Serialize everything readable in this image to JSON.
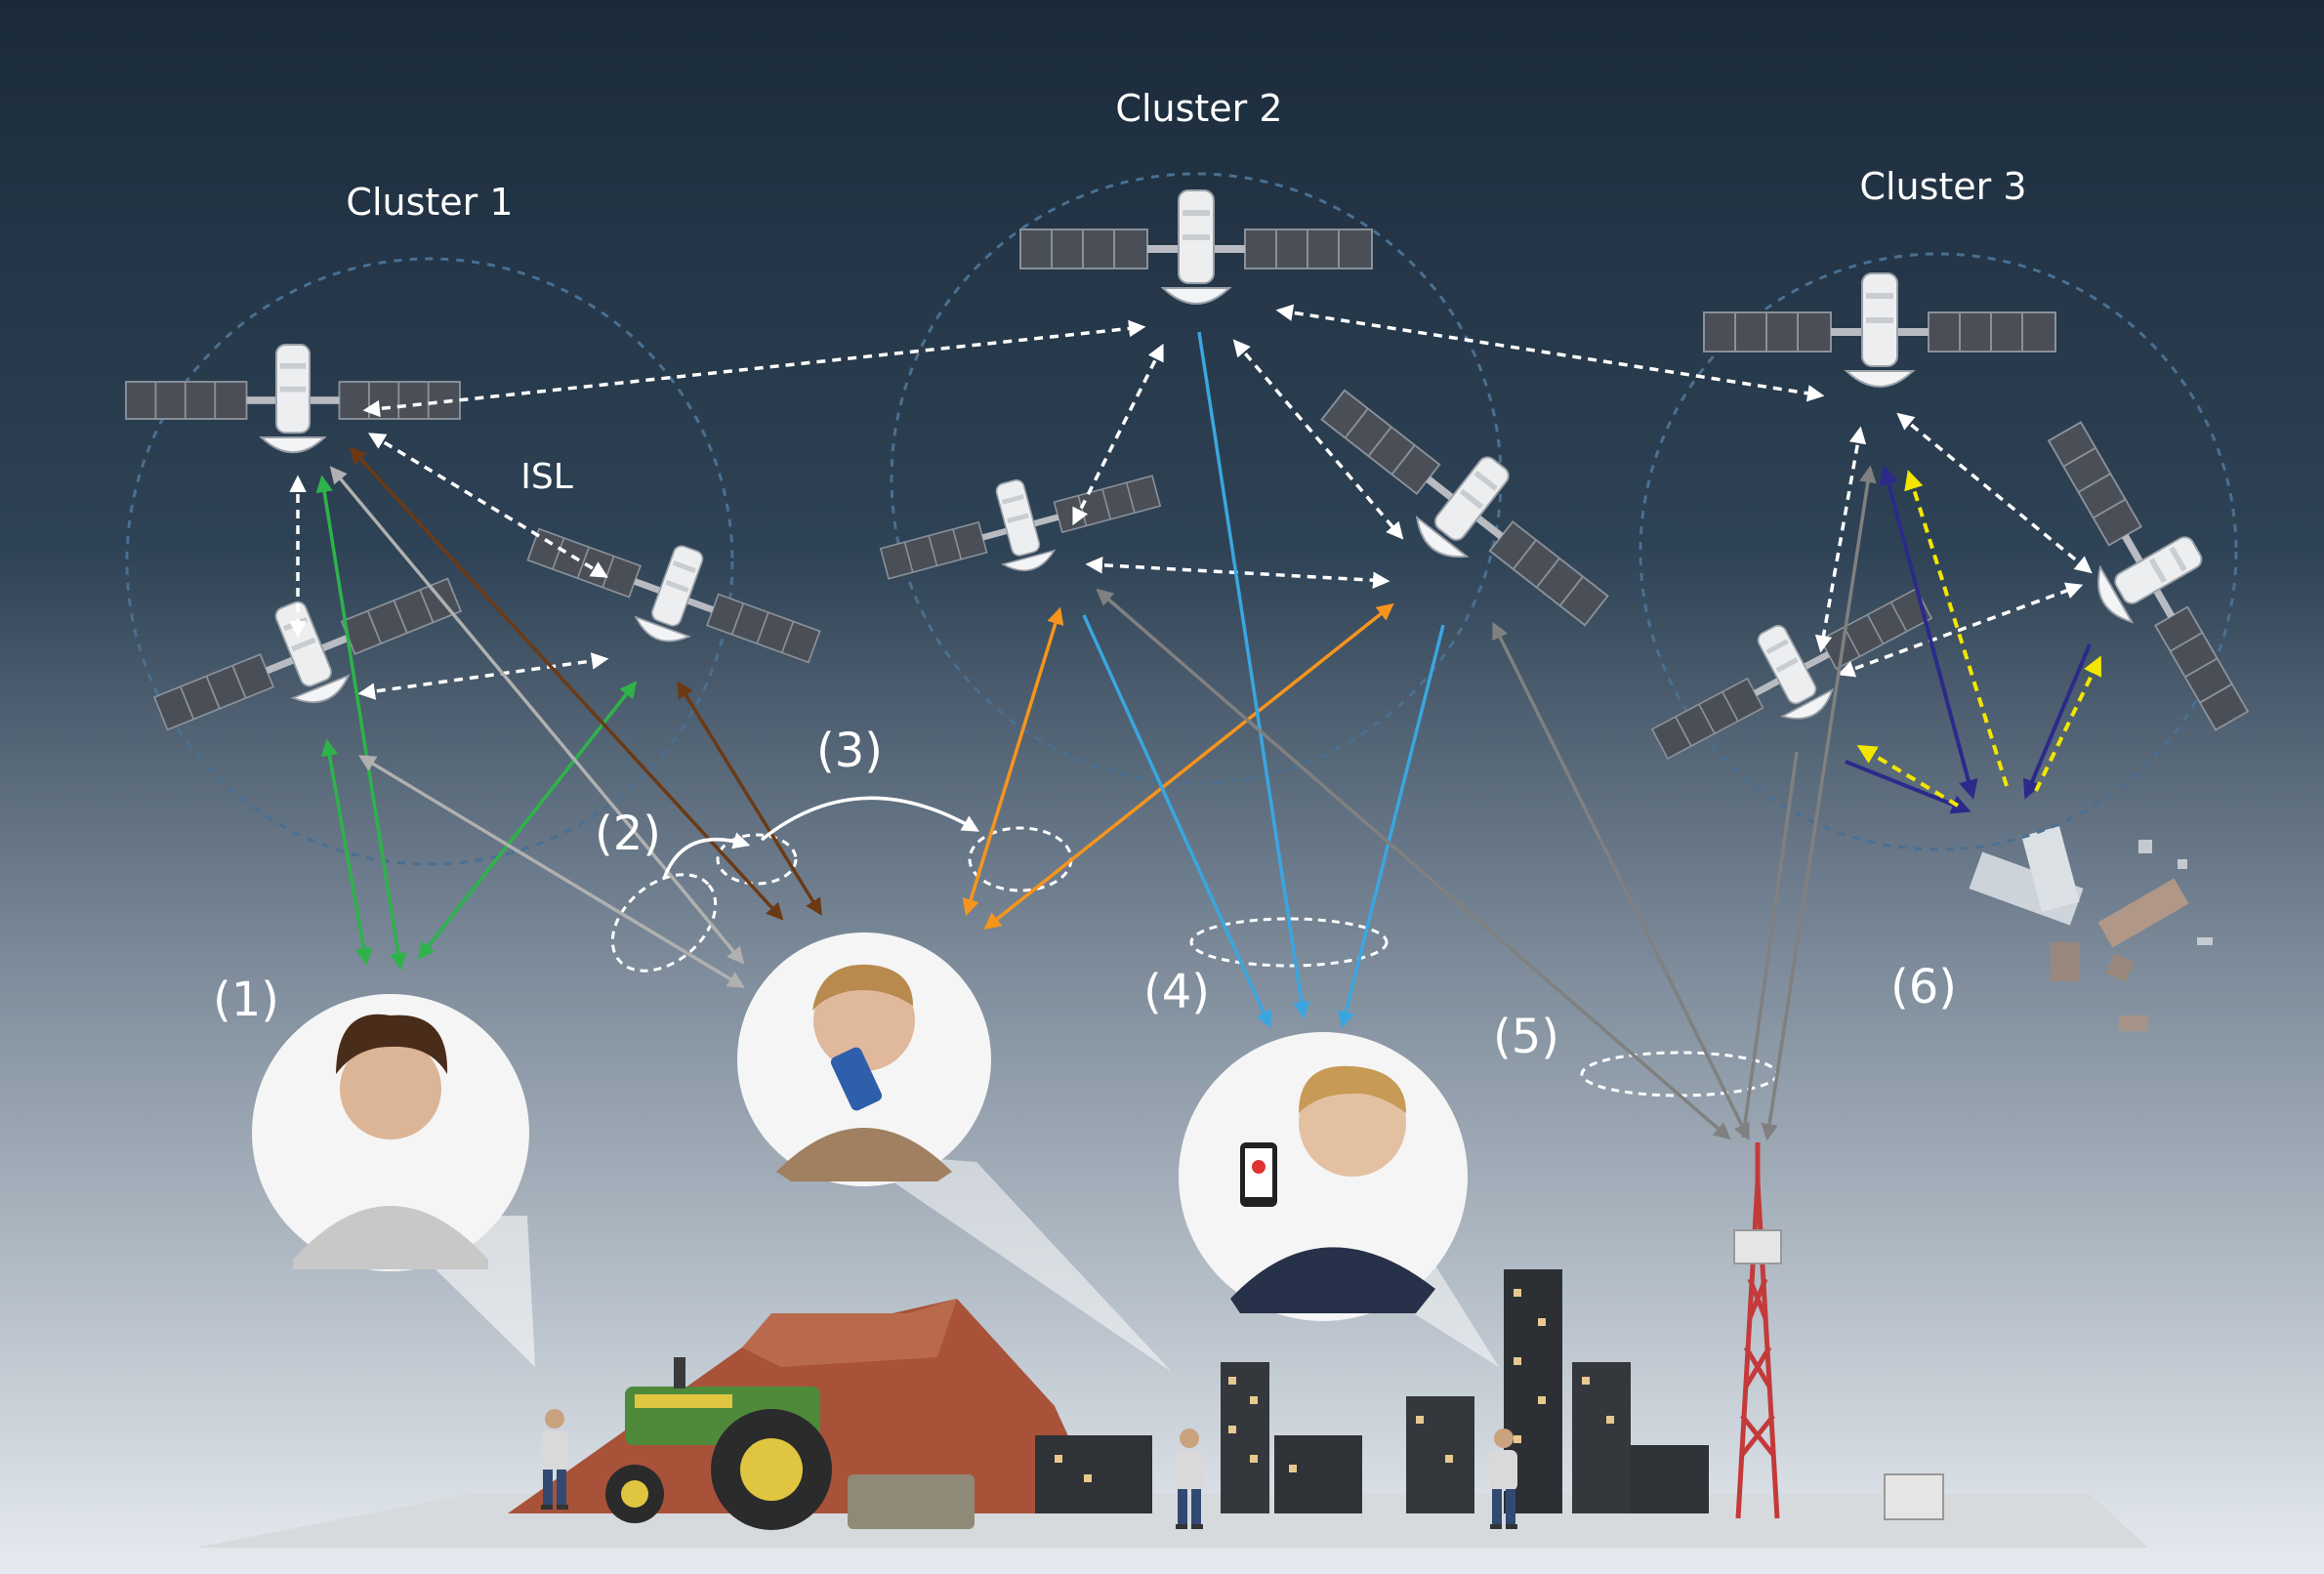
{
  "clusters": [
    {
      "label": "Cluster 1"
    },
    {
      "label": "Cluster 2"
    },
    {
      "label": "Cluster 3"
    }
  ],
  "isl_label": "ISL",
  "scenarios": [
    "(1)",
    "(2)",
    "(3)",
    "(4)",
    "(5)",
    "(6)"
  ],
  "colors": {
    "sky_top": "#1a2a3a",
    "sky_bottom": "#e6ebf0",
    "isl_link": "#ffffff",
    "user_link_1": "#2db34a",
    "handover_link": "#b0b0b0",
    "brown_link": "#6b3a14",
    "orange_link": "#f7941d",
    "blue_link": "#3aa6e0",
    "gray_link": "#808080",
    "navy_link": "#2b2a8a",
    "yellow_link": "#f2e600",
    "cluster_ring": "#4a6f91"
  },
  "icons": [
    "satellite-icon",
    "person-icon",
    "tractor-icon",
    "building-icon",
    "cell-tower-icon",
    "space-debris-icon",
    "mesa-rock-icon"
  ]
}
